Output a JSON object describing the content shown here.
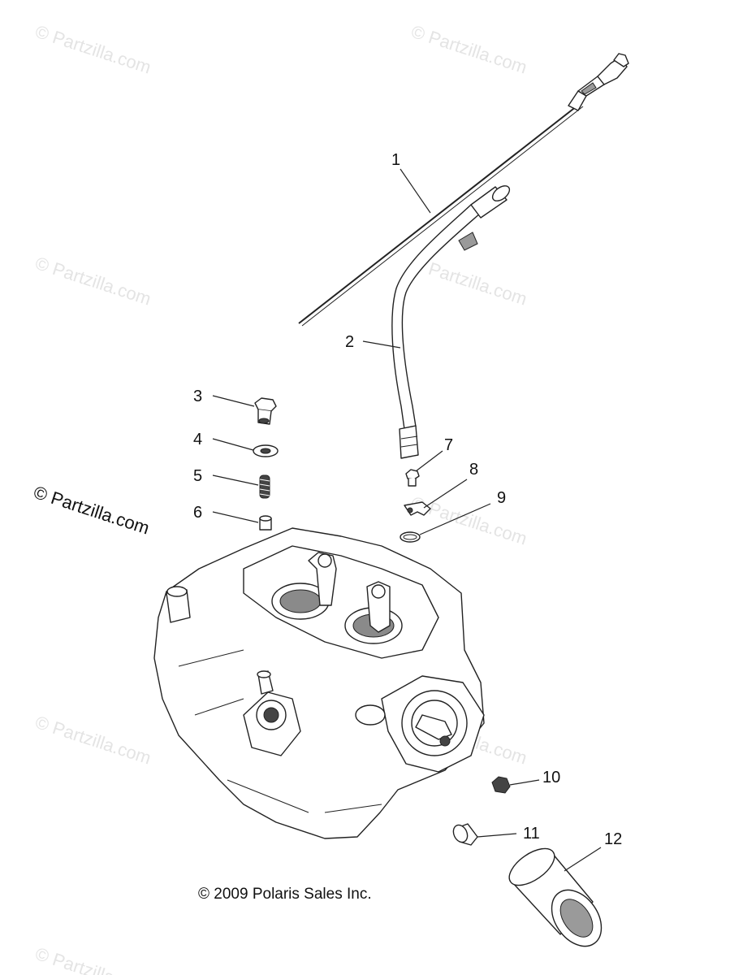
{
  "watermarks": [
    "© Partzilla.com",
    "© Partzilla.com",
    "© Partzilla.com",
    "© Partzilla.com",
    "© Partzilla.com",
    "© Partzilla.com",
    "© Partzilla.com",
    "© Partzilla.com"
  ],
  "main_watermark": "© Partzilla.com",
  "callouts": [
    "1",
    "2",
    "3",
    "4",
    "5",
    "6",
    "7",
    "8",
    "9",
    "10",
    "11",
    "12"
  ],
  "copyright": "© 2009 Polaris Sales Inc.",
  "colors": {
    "line": "#222222",
    "watermark": "#e4e4e4",
    "background": "#ffffff"
  }
}
